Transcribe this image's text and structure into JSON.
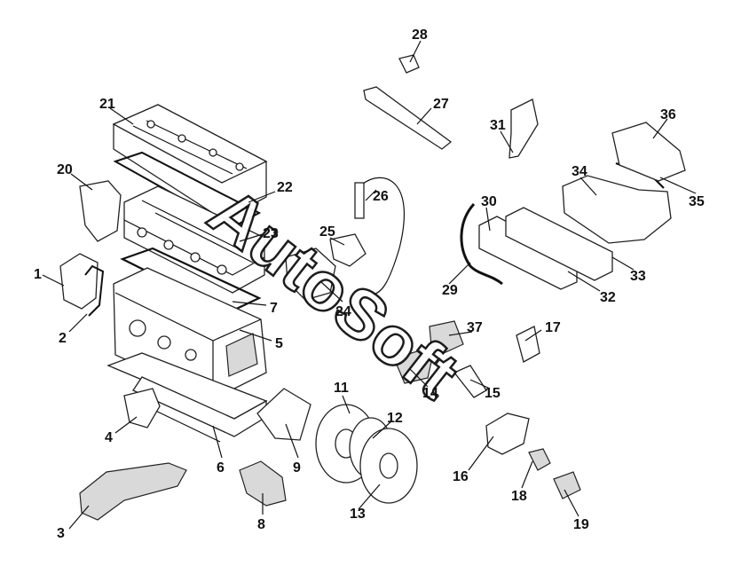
{
  "diagram": {
    "watermark": "AutoSoft",
    "callouts": [
      {
        "id": "c1",
        "label": "1"
      },
      {
        "id": "c2",
        "label": "2"
      },
      {
        "id": "c3",
        "label": "3"
      },
      {
        "id": "c4",
        "label": "4"
      },
      {
        "id": "c5",
        "label": "5"
      },
      {
        "id": "c6",
        "label": "6"
      },
      {
        "id": "c7",
        "label": "7"
      },
      {
        "id": "c8",
        "label": "8"
      },
      {
        "id": "c9",
        "label": "9"
      },
      {
        "id": "c11",
        "label": "11"
      },
      {
        "id": "c12",
        "label": "12"
      },
      {
        "id": "c13",
        "label": "13"
      },
      {
        "id": "c14",
        "label": "14"
      },
      {
        "id": "c15",
        "label": "15"
      },
      {
        "id": "c16",
        "label": "16"
      },
      {
        "id": "c17",
        "label": "17"
      },
      {
        "id": "c18",
        "label": "18"
      },
      {
        "id": "c19",
        "label": "19"
      },
      {
        "id": "c20",
        "label": "20"
      },
      {
        "id": "c21",
        "label": "21"
      },
      {
        "id": "c22",
        "label": "22"
      },
      {
        "id": "c23",
        "label": "23"
      },
      {
        "id": "c24",
        "label": "24"
      },
      {
        "id": "c25",
        "label": "25"
      },
      {
        "id": "c26",
        "label": "26"
      },
      {
        "id": "c27",
        "label": "27"
      },
      {
        "id": "c28",
        "label": "28"
      },
      {
        "id": "c29",
        "label": "29"
      },
      {
        "id": "c30",
        "label": "30"
      },
      {
        "id": "c31",
        "label": "31"
      },
      {
        "id": "c32",
        "label": "32"
      },
      {
        "id": "c33",
        "label": "33"
      },
      {
        "id": "c34",
        "label": "34"
      },
      {
        "id": "c35",
        "label": "35"
      },
      {
        "id": "c36",
        "label": "36"
      },
      {
        "id": "c37",
        "label": "37"
      }
    ]
  }
}
